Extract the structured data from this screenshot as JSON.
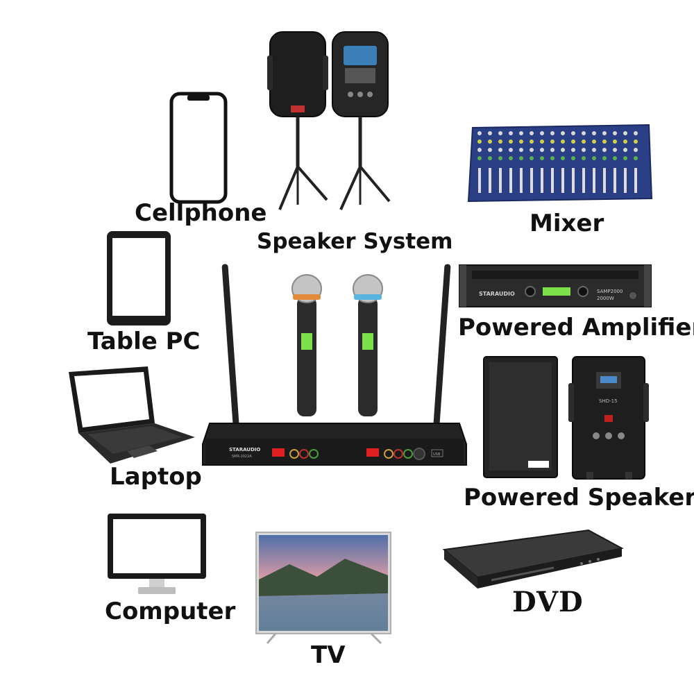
{
  "labels": {
    "cellphone": "Cellphone",
    "speaker_system": "Speaker System",
    "mixer": "Mixer",
    "table_pc": "Table PC",
    "powered_amplifier": "Powered Amplifier",
    "laptop": "Laptop",
    "powered_speaker": "Powered Speaker",
    "computer": "Computer",
    "tv": "TV",
    "dvd": "DVD"
  },
  "brand": {
    "receiver_logo": "STARAUDIO",
    "receiver_model": "SMR-2022A",
    "amplifier_logo": "STARAUDIO",
    "amplifier_model": "SAMP2000",
    "amplifier_power": "2000W",
    "speaker_model": "SHD-15",
    "usb_label": "USB"
  },
  "colors": {
    "label_text": "#111111",
    "device_dark": "#1b1b1b",
    "mixer_blue": "#2a3f86",
    "display_green": "#7ce04a",
    "mic_ring_left": "#e08a3a",
    "mic_ring_right": "#5ab4e0",
    "receiver_red": "#e02020"
  }
}
